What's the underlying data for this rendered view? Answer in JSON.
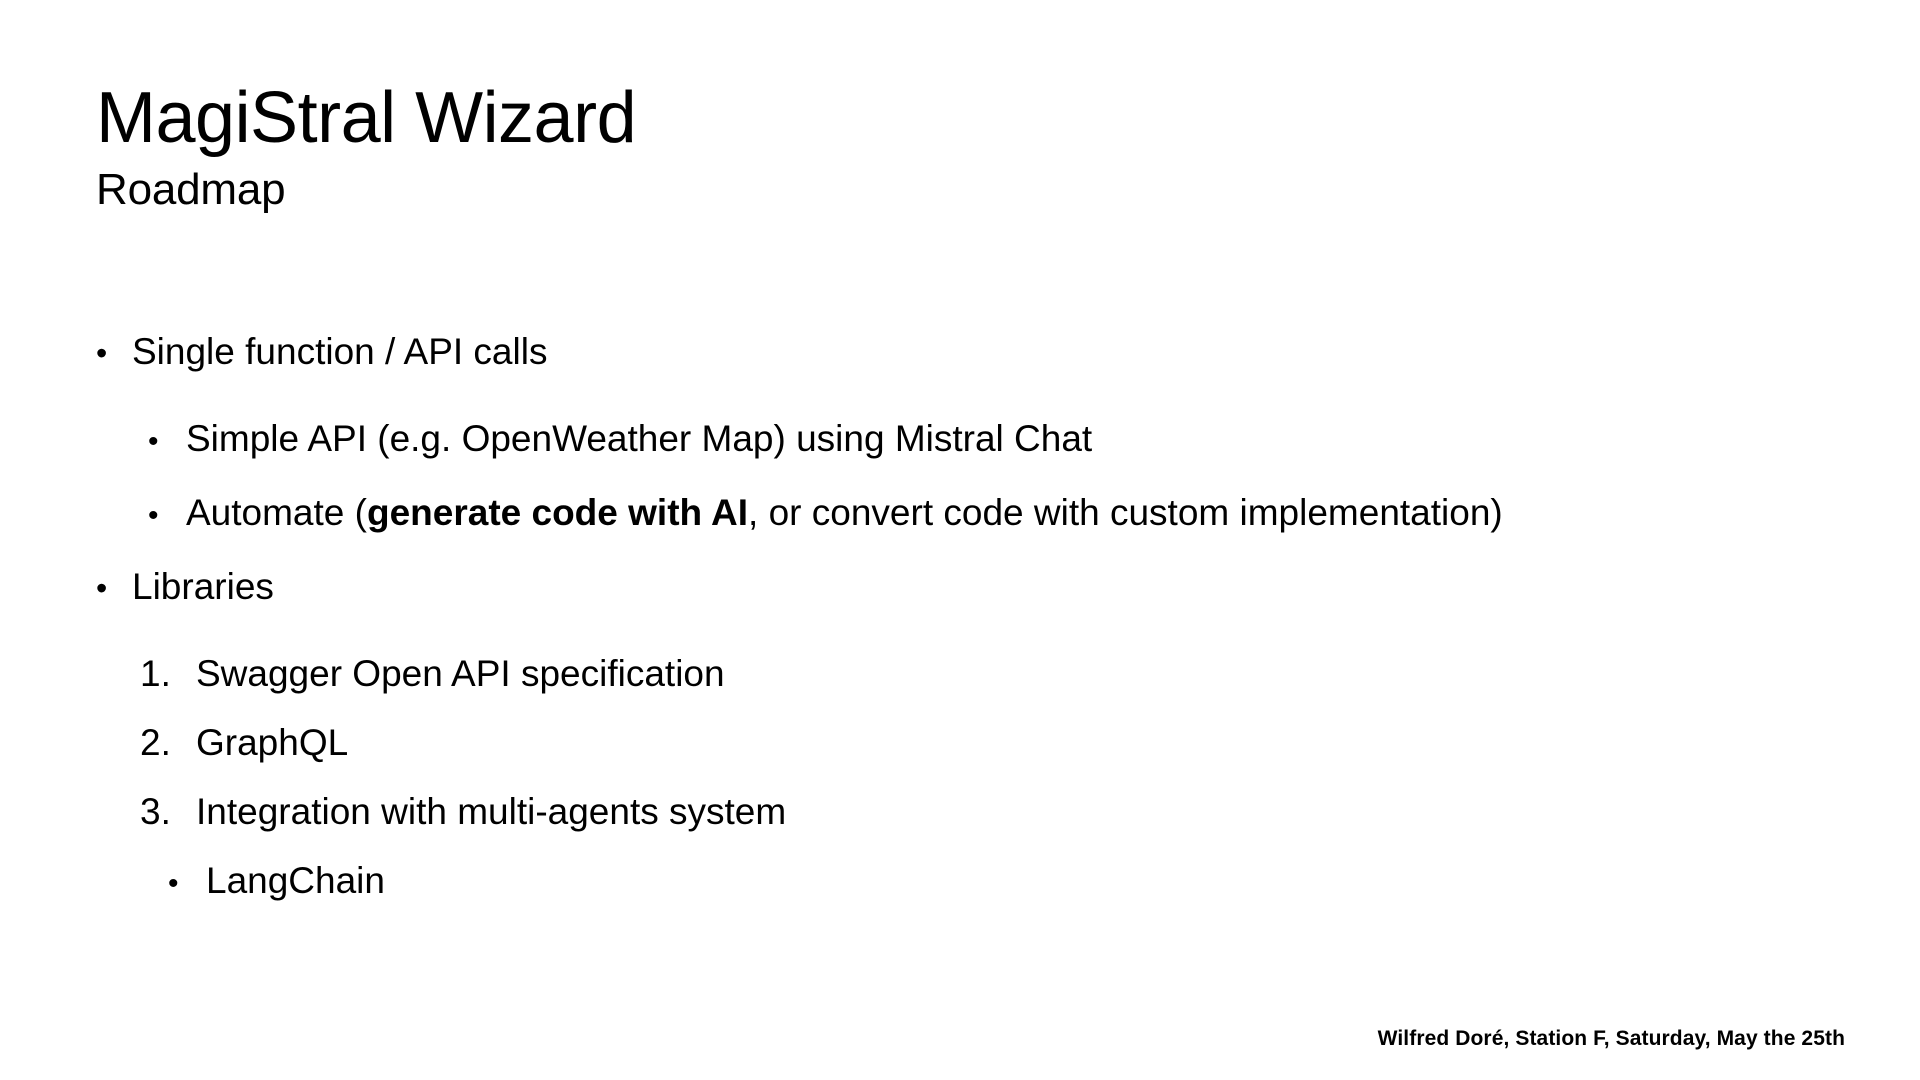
{
  "slide": {
    "title": "MagiStral Wizard",
    "subtitle": "Roadmap",
    "footer": "Wilfred Doré, Station F, Saturday, May the 25th",
    "bullet_glyph": "•",
    "content": [
      {
        "marker": "•",
        "level": 1,
        "text": "Single function / API calls"
      },
      {
        "marker": "•",
        "level": 2,
        "text": "Simple API (e.g. OpenWeather Map) using Mistral Chat"
      },
      {
        "marker": "•",
        "level": 2,
        "text_before_bold": "Automate (",
        "text_bold": "generate code with AI",
        "text_after_bold": ", or convert code with custom implementation)"
      },
      {
        "marker": "•",
        "level": 1,
        "text": "Libraries"
      },
      {
        "marker": "1.",
        "level": 2,
        "text": "Swagger Open API specification"
      },
      {
        "marker": "2.",
        "level": 2,
        "text": "GraphQL"
      },
      {
        "marker": "3.",
        "level": 2,
        "text": "Integration with multi-agents system"
      },
      {
        "marker": "•",
        "level": 3,
        "text": "LangChain"
      }
    ]
  },
  "colors": {
    "background": "#ffffff",
    "text": "#000000"
  }
}
